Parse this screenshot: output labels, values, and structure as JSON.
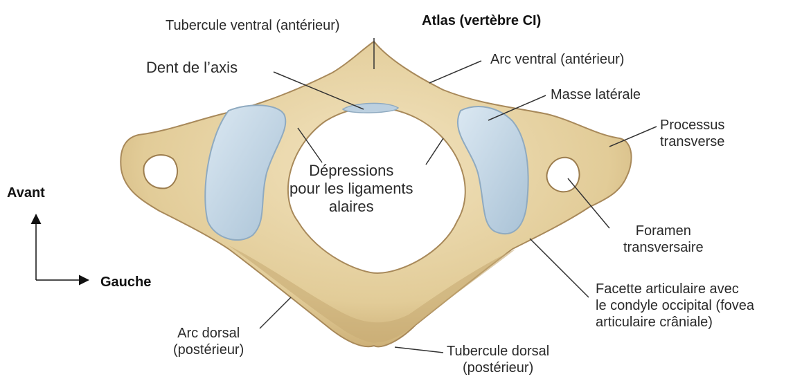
{
  "title": "Atlas (vertèbre CI)",
  "orientation": {
    "front": "Avant",
    "left": "Gauche"
  },
  "labels": {
    "tubercule_ventral": "Tubercule ventral (antérieur)",
    "dent_axis": "Dent de l’axis",
    "arc_ventral": "Arc ventral (antérieur)",
    "masse_laterale": "Masse latérale",
    "processus_transverse": [
      "Processus",
      "transverse"
    ],
    "depressions": [
      "Dépressions",
      "pour les ligaments",
      "alaires"
    ],
    "foramen": [
      "Foramen",
      "transversaire"
    ],
    "facette": [
      "Facette articulaire avec",
      "le condyle occipital (fovea",
      "articulaire crâniale)"
    ],
    "arc_dorsal": [
      "Arc dorsal",
      "(postérieur)"
    ],
    "tubercule_dorsal": [
      "Tubercule dorsal",
      "(postérieur)"
    ]
  },
  "colors": {
    "bone": "#e6d3a8",
    "bone_shadow": "#b99a62",
    "facet": "#b9cfe0",
    "leader": "#333333"
  }
}
